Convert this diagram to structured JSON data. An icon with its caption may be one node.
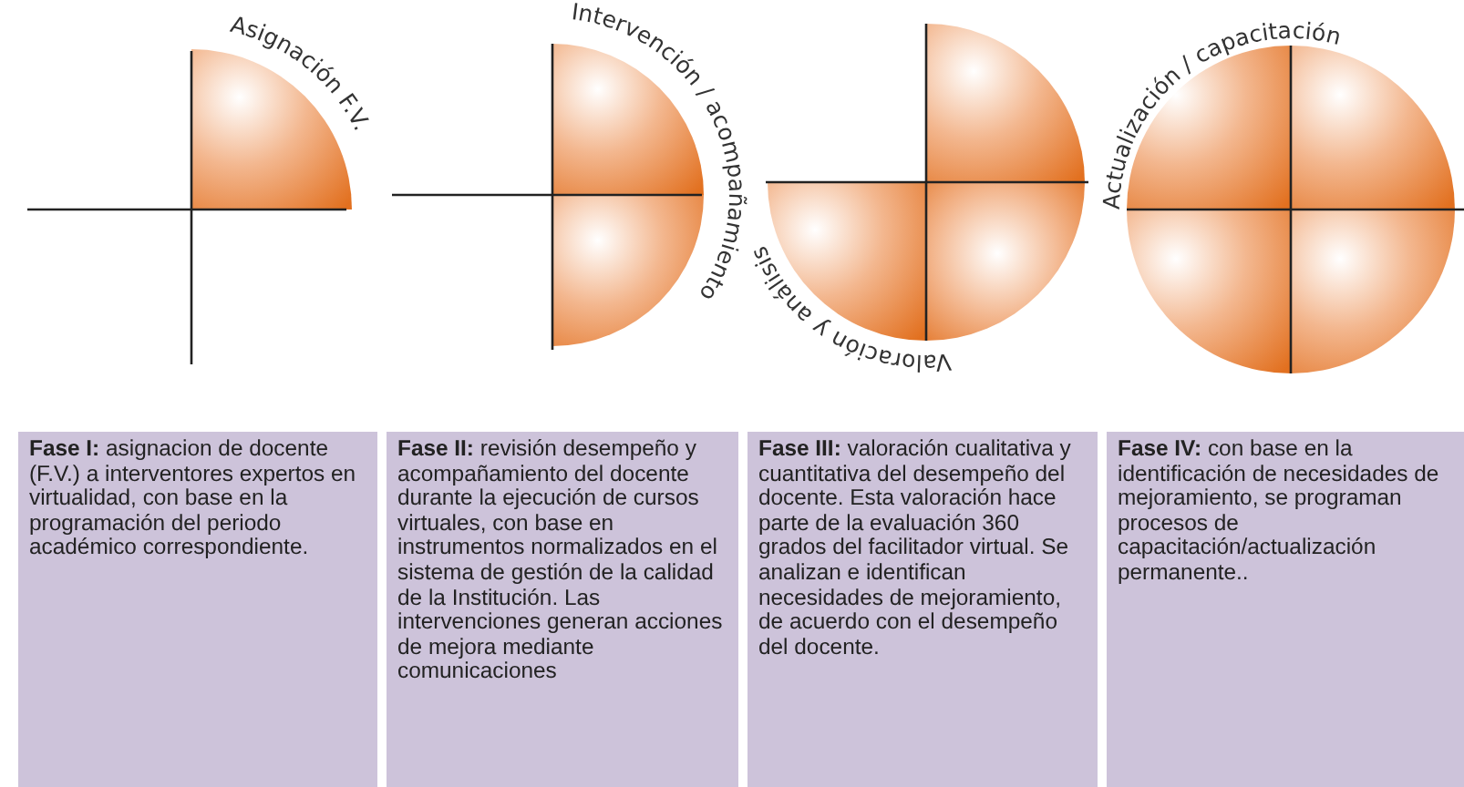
{
  "diagram": {
    "nodes": [
      {
        "text": [
          "**Fase I:** asignacion de docente (F.V.) a interventores expertos en virtualidad, con base en la programación del periodo académico correspondiente."
        ]
      },
      {
        "text": [
          "**Fase II:** revisión desempeño y acompañamiento del docente durante la ejecución de cursos virtuales, con base en instrumentos normalizados en el sistema de gestión de la calidad de la Institución. Las intervenciones generan acciones de mejora mediante comunicaciones"
        ]
      },
      {
        "text": [
          "**Fase III:** valoración cualitativa y cuantitativa del desempeño del docente. Esta valoración hace parte de la evaluación 360 grados del facilitador virtual. Se analizan e identifican necesidades de mejoramiento, de acuerdo con el desempeño del docente."
        ]
      },
      {
        "text": [
          "**Fase IV:** con base en la identificación de necesidades de mejoramiento, se programan procesos de capacitación/actualización permanente.."
        ]
      }
    ],
    "labels": [
      "Asignación F.V.",
      "Intervención / acompañamiento",
      "Valoración y análisis",
      "Actualización / capacitación"
    ]
  }
}
